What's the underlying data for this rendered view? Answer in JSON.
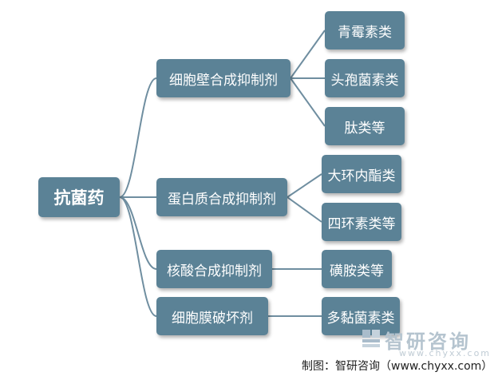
{
  "root": {
    "label": "抗菌药"
  },
  "categories": [
    {
      "label": "细胞壁合成抑制剂",
      "items": [
        "青霉素类",
        "头孢菌素类",
        "肽类等"
      ]
    },
    {
      "label": "蛋白质合成抑制剂",
      "items": [
        "大环内酯类",
        "四环素类等"
      ]
    },
    {
      "label": "核酸合成抑制剂",
      "items": [
        "磺胺类等"
      ]
    },
    {
      "label": "细胞膜破坏剂",
      "items": [
        "多黏菌素类"
      ]
    }
  ],
  "watermark": {
    "name": "智研咨询",
    "url": "www.chyxx.com"
  },
  "source": "制图：智研咨询（www.chyxx.com）",
  "colors": {
    "node": "#5b8296",
    "line": "#6f8ea0",
    "text": "#ffffff"
  }
}
